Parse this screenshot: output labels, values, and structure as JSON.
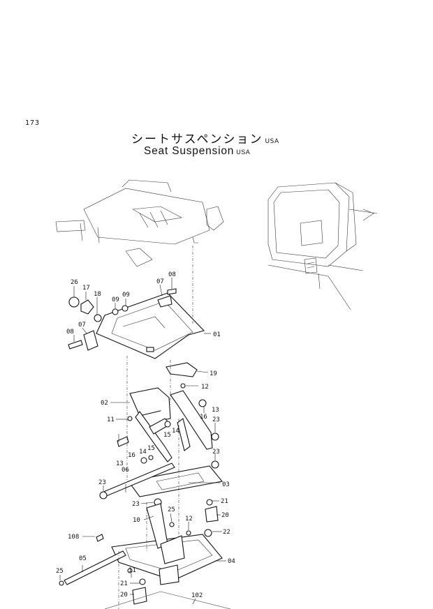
{
  "page": {
    "number": "173"
  },
  "title": {
    "jp": "シートサスペンション",
    "jp_suffix": "USA",
    "en": "Seat  Suspension",
    "en_suffix": "USA"
  },
  "callouts": {
    "c26": "26",
    "c17": "17",
    "c18": "18",
    "c09a": "09",
    "c09b": "09",
    "c07a": "07",
    "c08a": "08",
    "c08b": "08",
    "c07b": "07",
    "c01": "01",
    "c19": "19",
    "c12a": "12",
    "c02": "02",
    "c13a": "13",
    "c16a": "16",
    "c11a": "11",
    "c15a": "15",
    "c14a": "14",
    "c23a": "23",
    "c16b": "16",
    "c14b": "14",
    "c15b": "15",
    "c13b": "13",
    "c23b": "23",
    "c06": "06",
    "c23c": "23",
    "c03": "03",
    "c23d": "23",
    "c25a": "25",
    "c21a": "21",
    "c10": "10",
    "c20a": "20",
    "c12b": "12",
    "c22": "22",
    "c108": "108",
    "c05": "05",
    "c04": "04",
    "c11b": "11",
    "c25b": "25",
    "c21b": "21",
    "c20b": "20",
    "c102": "102"
  }
}
